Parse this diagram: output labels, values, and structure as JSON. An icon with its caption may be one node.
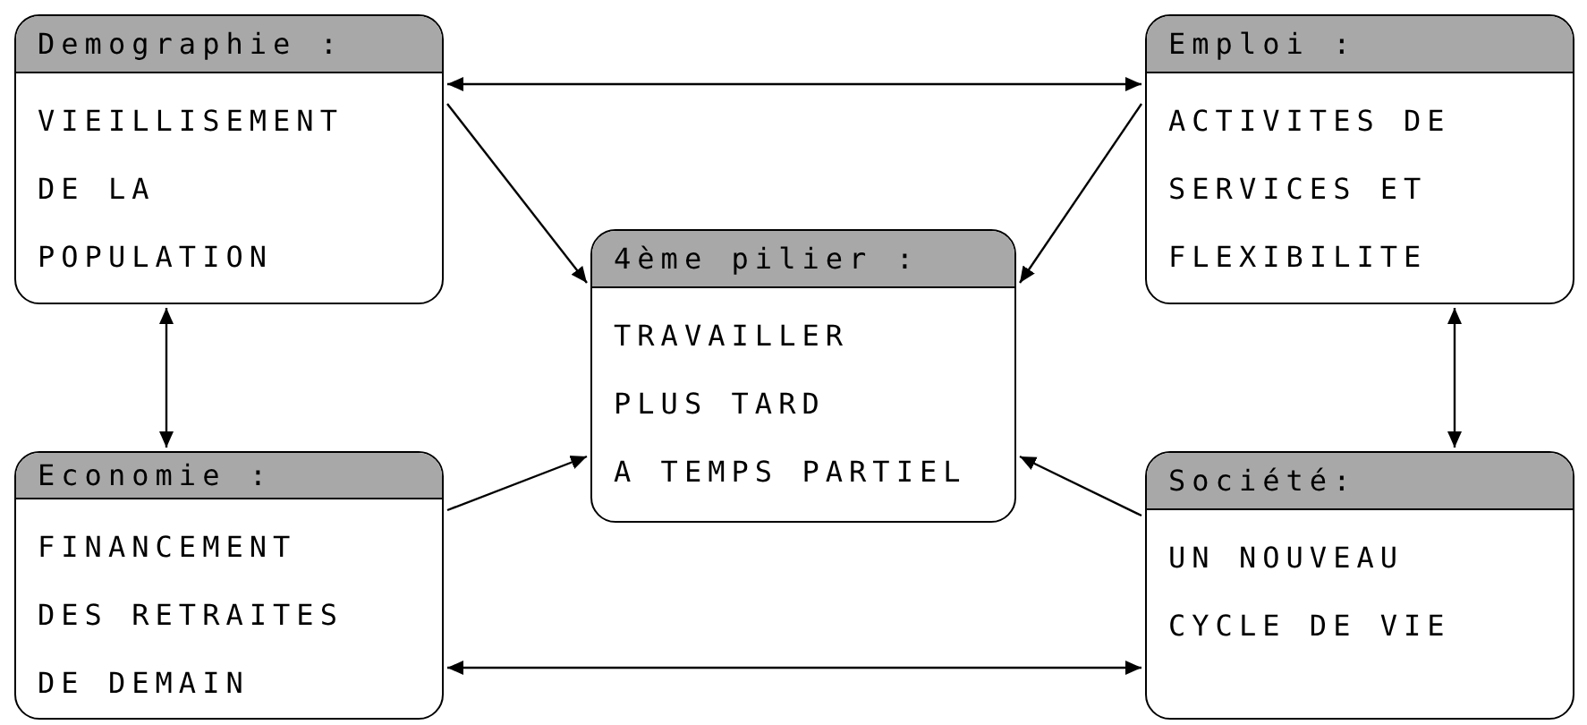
{
  "diagram": {
    "nodes": [
      {
        "text": [
          "Demographie :",
          "VIEILLISEMENT",
          "DE LA",
          "POPULATION"
        ]
      },
      {
        "text": [
          "Emploi :",
          "ACTIVITES DE",
          "SERVICES ET",
          "FLEXIBILITE"
        ]
      },
      {
        "text": [
          "4ème pilier :",
          "TRAVAILLER",
          "PLUS TARD",
          "A TEMPS PARTIEL"
        ]
      },
      {
        "text": [
          "Economie :",
          "FINANCEMENT",
          "DES RETRAITES",
          "DE DEMAIN"
        ]
      },
      {
        "text": [
          "Société:",
          "UN NOUVEAU",
          "CYCLE DE VIE"
        ]
      }
    ],
    "edges": [
      {
        "from": 0,
        "to": 1,
        "arrow": "both"
      },
      {
        "from": 0,
        "to": 3,
        "arrow": "both"
      },
      {
        "from": 1,
        "to": 4,
        "arrow": "both"
      },
      {
        "from": 3,
        "to": 4,
        "arrow": "both"
      },
      {
        "from": 0,
        "to": 2,
        "arrow": "to"
      },
      {
        "from": 1,
        "to": 2,
        "arrow": "to"
      },
      {
        "from": 3,
        "to": 2,
        "arrow": "to"
      },
      {
        "from": 4,
        "to": 2,
        "arrow": "to"
      }
    ]
  }
}
